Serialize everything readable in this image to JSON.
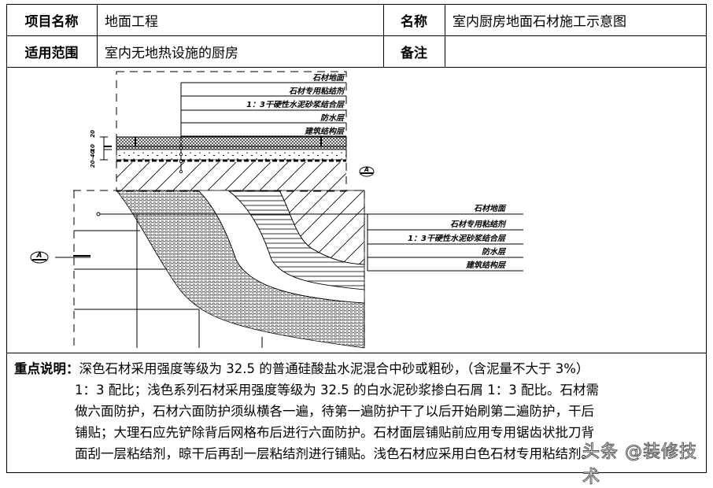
{
  "table": {
    "row1": {
      "label1": "项目名称",
      "value1": "地面工程",
      "label2": "名称",
      "value2": "室内厨房地面石材施工示意图"
    },
    "row2": {
      "label1": "适用范围",
      "value1": "室内无地热设施的厨房",
      "label2": "备注",
      "value2": ""
    }
  },
  "drawing": {
    "layers_top": [
      "石材地面",
      "石材专用粘结剂",
      "1：3干硬性水泥砂浆结合层",
      "防水层",
      "建筑结构层"
    ],
    "layers_detail": [
      "石材地面",
      "石材专用粘结剂",
      "1：3干硬性水泥砂浆结合层",
      "防水层",
      "建筑结构层"
    ],
    "dimensions": [
      "20",
      "10",
      "20-40"
    ],
    "section_mark": "A"
  },
  "notes": {
    "label": "重点说明：",
    "lines": [
      "深色石材采用强度等级为 32.5 的普通硅酸盐水泥混合中砂或粗砂，（含泥量不大于 3%）",
      "1：3 配比；浅色系列石材采用强度等级为 32.5 的白水泥砂浆掺白石屑 1：3 配比。石材需",
      "做六面防护，石材六面防护须纵横各一遍，待第一遍防护干了以后开始刷第二遍防护，干后",
      "铺贴；大理石应先铲除背后网格布后进行六面防护。石材面层铺贴前应用专用锯齿状批刀背",
      "面刮一层粘结剂，晾干后再刮一层粘结剂进行铺贴。浅色石材应采用白色石材专用粘结剂。"
    ]
  },
  "watermark": "头条 @装修技术"
}
